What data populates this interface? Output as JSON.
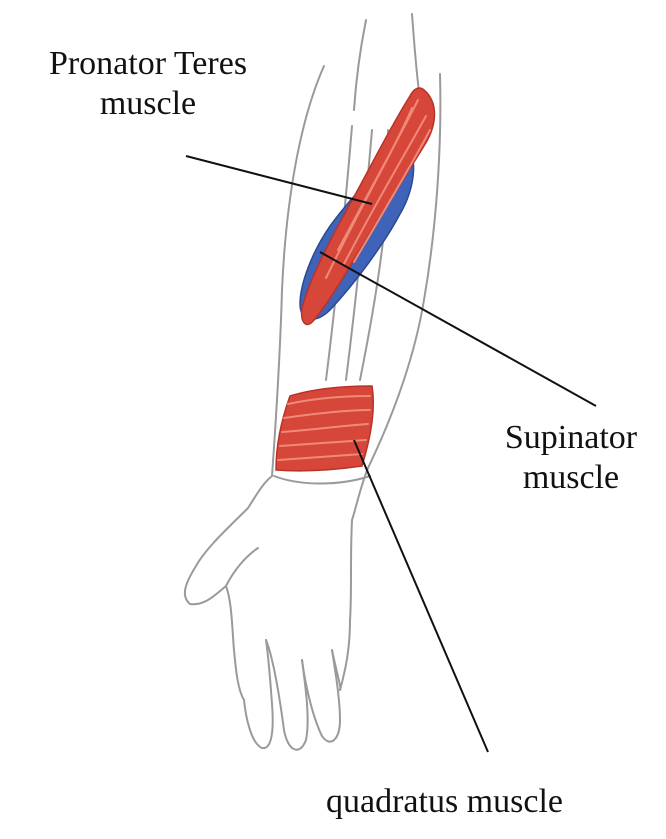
{
  "labels": {
    "pronator_teres": {
      "line1": "Pronator Teres",
      "line2": "muscle"
    },
    "supinator": {
      "line1": "Supinator",
      "line2": "muscle"
    },
    "pronator_quadratus": {
      "text": "quadratus muscle"
    }
  },
  "colors": {
    "outline": "#9a9a9a",
    "muscle_red": "#d6473a",
    "muscle_stripe": "#f08a78",
    "supinator_blue": "#3f63b8",
    "leader_line": "#111111"
  }
}
